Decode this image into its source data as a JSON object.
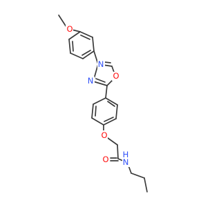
{
  "molecule": {
    "colors": {
      "carbon_bond": "#3a3a3a",
      "oxygen": "#ff0d0d",
      "nitrogen": "#3050f8",
      "background": "#ffffff"
    },
    "labels": {
      "methoxy_o": "O",
      "oxadiazole_n_top": "N",
      "oxadiazole_n_left": "N",
      "oxadiazole_o": "O",
      "ether_o": "O",
      "carbonyl_o": "O",
      "amide_n": "N",
      "amide_h": "H"
    }
  }
}
